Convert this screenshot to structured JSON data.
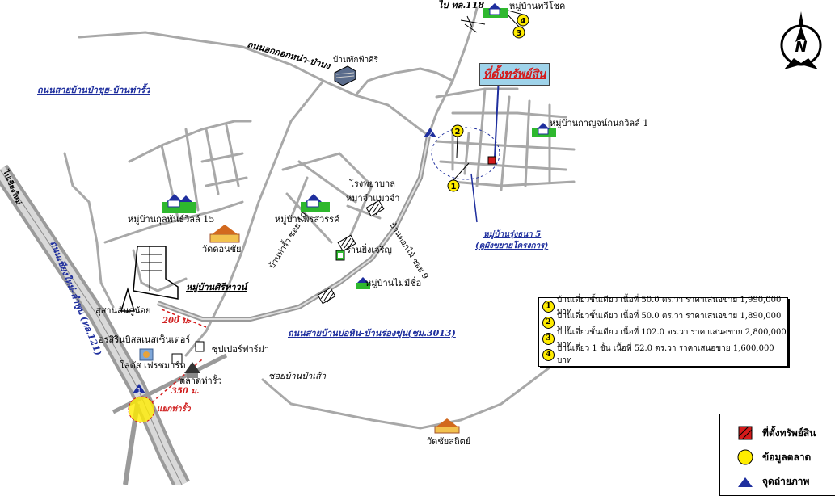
{
  "map": {
    "roads": {
      "road_north": "ถนนอกกอกหน่า-ป่าบง",
      "road_left_west": "ถนนสายบ้านป่าขุย-บ้านท่ารั้ว",
      "highway": "ถนนเชียงใหม่-ลำพูน (ทล.121)",
      "highway_top": "ไปเชียงใหม่",
      "road_east": "ถนนสายบ้านบ่อหิน-บ้านร่องขุ่น(ชม.3013)",
      "soi10": "บ้านท่ารั้ว ซอย 10",
      "soi9": "บ้านดอกไม้ ซอย 9",
      "to_118": "ไป ทล.118"
    },
    "places": {
      "thawichote": "หมู่บ้านทวีโชค",
      "phattiri": "บ้านพักฟ้าศิริ",
      "kanchananop": "หมู่บ้านกาญจน์กนกวิลล์ 1",
      "hospital_1": "โรงพยาบาล",
      "hospital_2": "หมาจำแมวจำ",
      "lakphan": "หมู่บ้านกุลพันธ์วิลล์ 15",
      "phrasawan": "หมู่บ้านพิรสวรรค์",
      "wat_don_chai": "วัดดอนชัย",
      "rung_thana": "หมู่บ้านรุ่งธนา 5",
      "rung_thana_sub": "(ดูผังขยายโครงการ)",
      "ying_charoen": "ร้านยิ่งเจริญ",
      "mai_mi_chue": "หมู่บ้านไม่มีชื่อ",
      "siri_thawan": "หมู่บ้านศิรีทาวน์",
      "cemetery": "สุสานสันกู่น้อย",
      "orasirin": "อรสิรินบิสสเนสเซ็นเตอร์",
      "lotus": "โลตัส เฟรชมาร์ท",
      "supermarket": "ซุปเปอร์ฟาร์ม่า",
      "market": "ตลาดท่ารั้ว",
      "soi_pa_sao": "ซอยบ้านป่าเส้า",
      "wat_chai_sathit": "วัดชัยสถิตย์",
      "junction": "แยกท่ารั้ว",
      "dist_200": "200 ม.",
      "dist_350": "350 ม."
    },
    "poi_label": "ที่ตั้งทรัพย์สิน",
    "markers": {
      "m1": "1",
      "m2": "2",
      "m3": "3",
      "m4": "4",
      "road_marker_1": "1",
      "road_marker_2": "2"
    },
    "compass_letter": "N"
  },
  "info_box": {
    "items": [
      {
        "num": "1",
        "text": "บ้านเดี่ยวชั้นเดียว เนื้อที่ 50.0 ตร.วา ราคาเสนอขาย 1,990,000 บาท"
      },
      {
        "num": "2",
        "text": "บ้านเดี่ยวชั้นเดียว เนื้อที่ 50.0 ตร.วา ราคาเสนอขาย 1,890,000 บาท"
      },
      {
        "num": "3",
        "text": "บ้านเดี่ยวชั้นเดียว เนื้อที่ 102.0 ตร.วา ราคาเสนอขาย 2,800,000 บาท"
      },
      {
        "num": "4",
        "text": "บ้านเดี่ยว 1 ชั้น เนื้อที่ 52.0 ตร.วา ราคาเสนอขาย 1,600,000 บาท"
      }
    ]
  },
  "legend": {
    "property": "ที่ตั้งทรัพย์สิน",
    "market_data": "ข้อมูลตลาด",
    "photo_point": "จุดถ่ายภาพ"
  },
  "colors": {
    "road": "#a8a8a8",
    "highway": "#9a9a9a",
    "marker_yellow": "#ffec00",
    "property_red": "#d41a1a",
    "route_blue": "#1f2f9e",
    "label_box": "#9fd3ea"
  }
}
